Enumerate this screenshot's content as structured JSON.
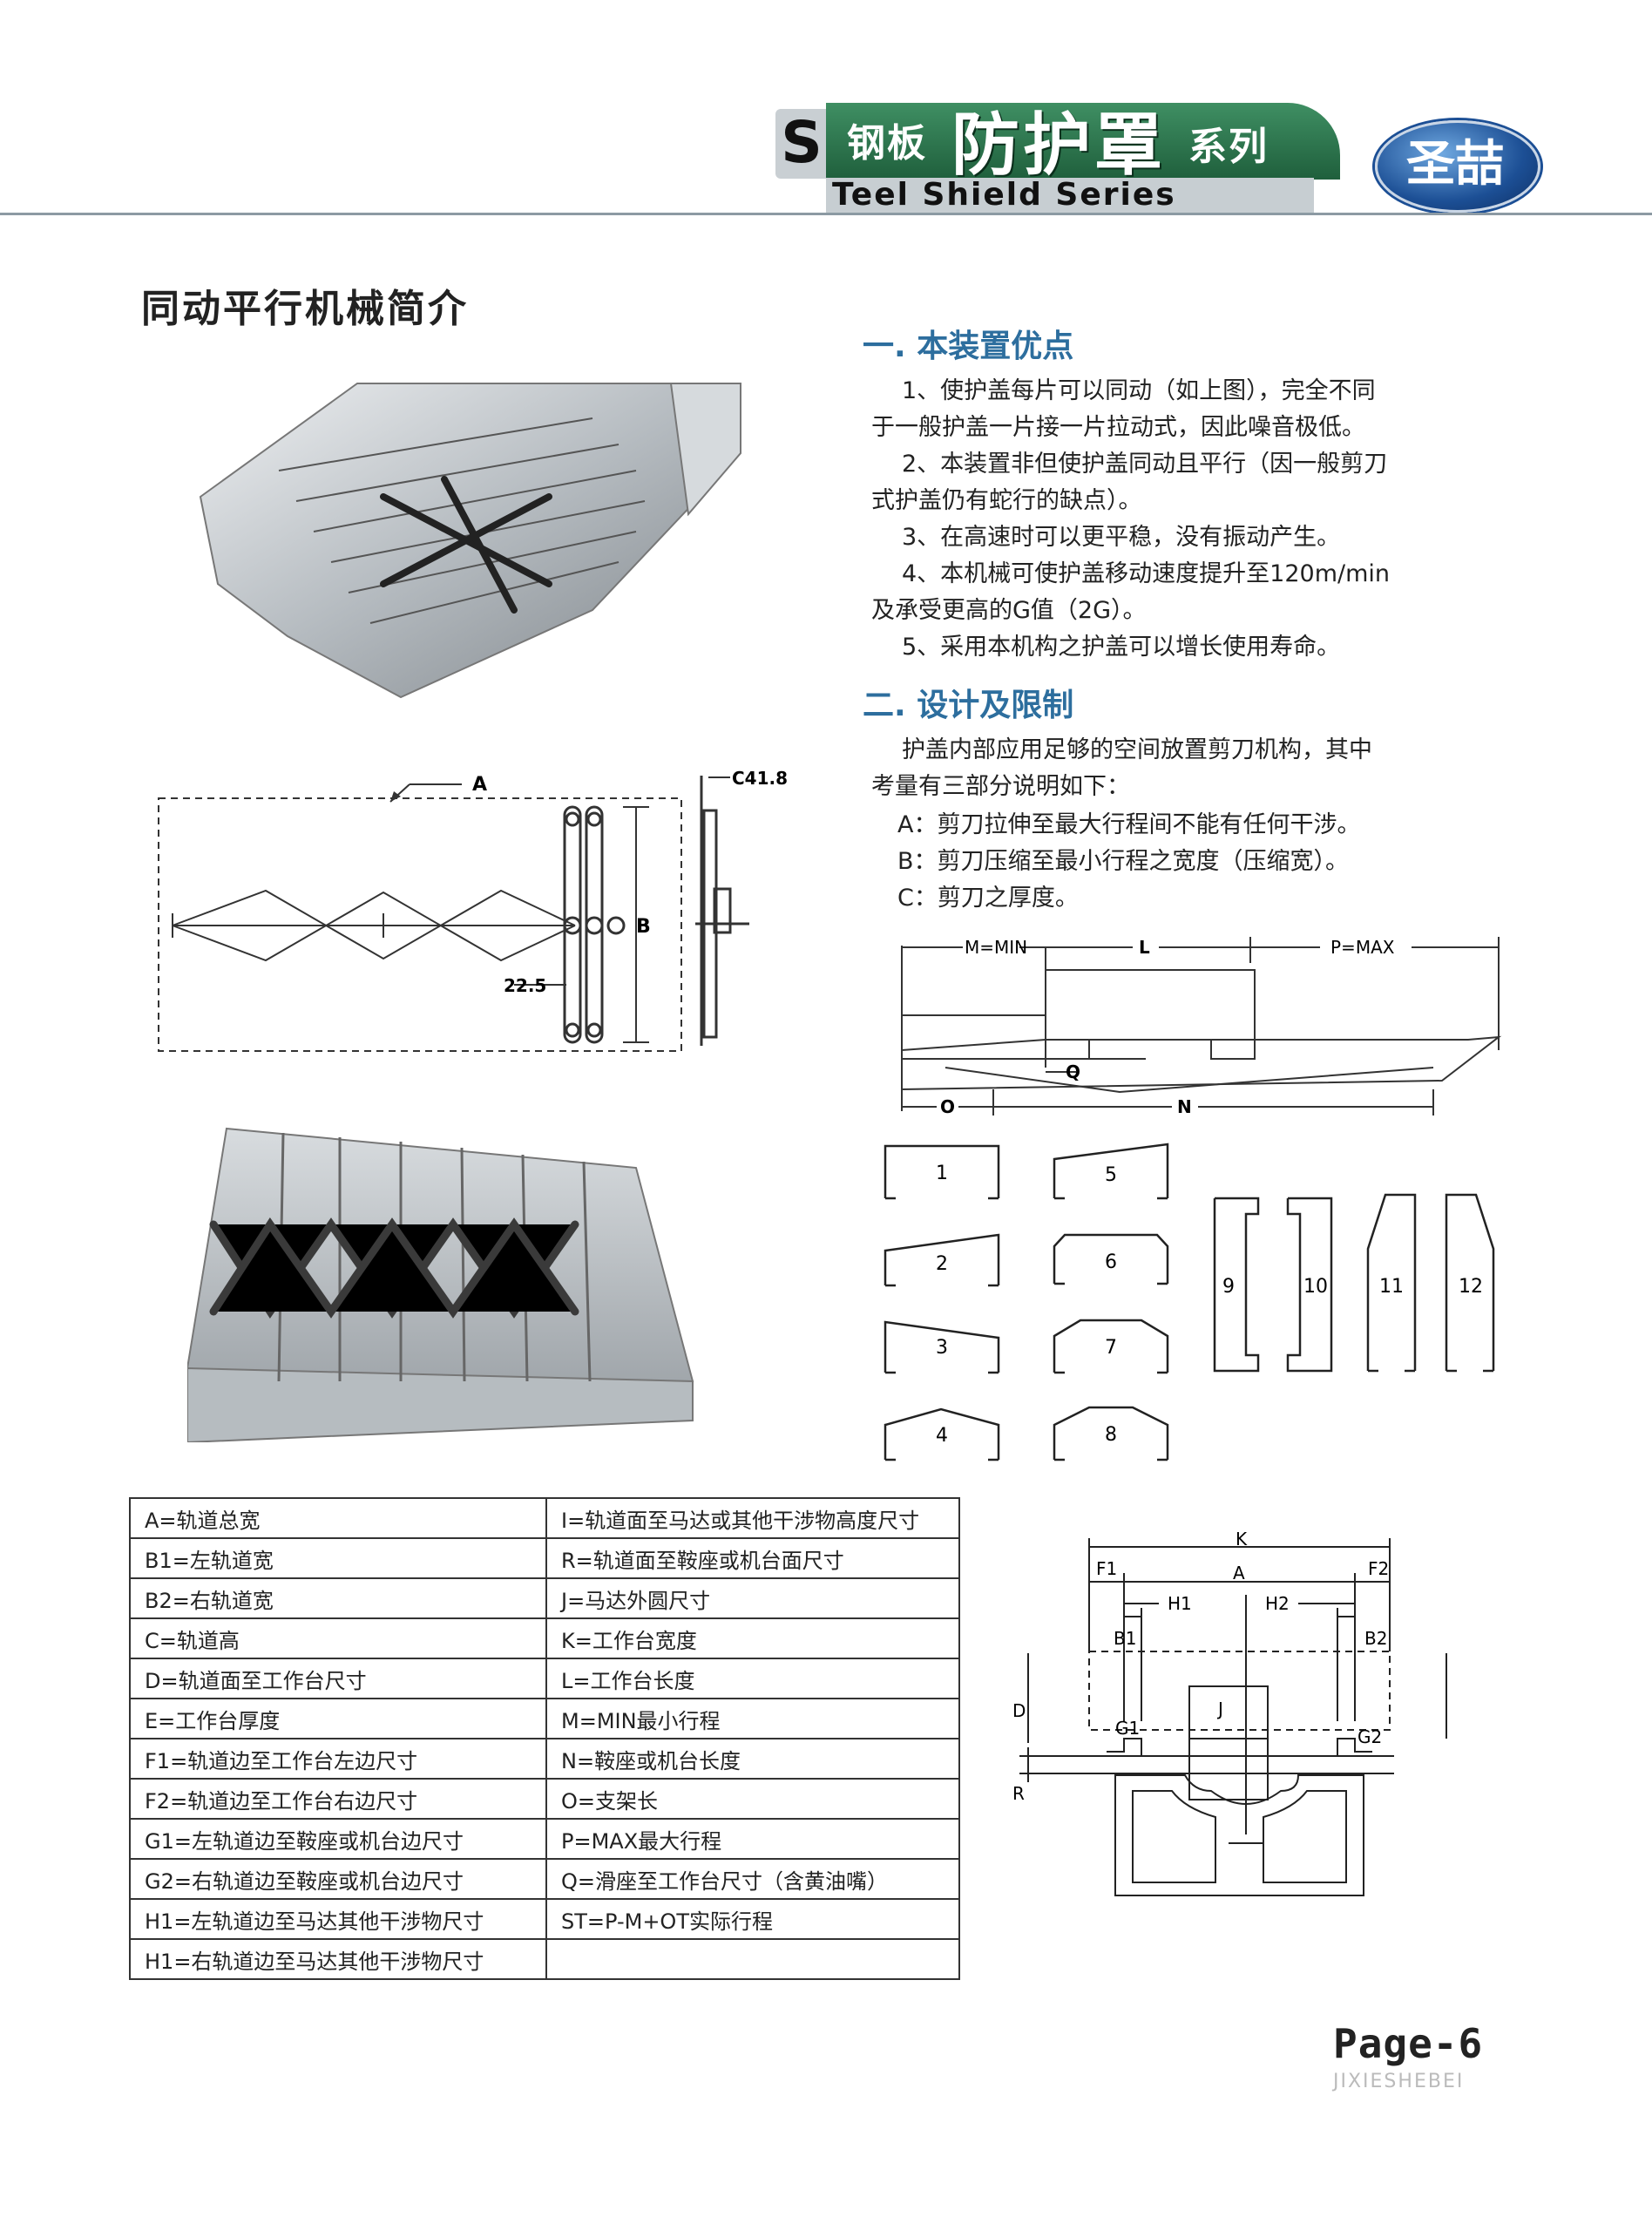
{
  "header": {
    "letter": "S",
    "title_left": "钢板",
    "title_main": "防护罩",
    "title_right": "系列",
    "subtitle": "Teel Shield Series",
    "logo_text": "圣喆"
  },
  "page_title": "同动平行机械简介",
  "section1": {
    "heading": "一. 本装置优点",
    "lines": [
      "1、使护盖每片可以同动（如上图），完全不同",
      "于一般护盖一片接一片拉动式，因此噪音极低。",
      "2、本装置非但使护盖同动且平行（因一般剪刀",
      "式护盖仍有蛇行的缺点）。",
      "3、在高速时可以更平稳，没有振动产生。",
      "4、本机械可使护盖移动速度提升至120m/min",
      "及承受更高的G值（2G）。",
      "5、采用本机构之护盖可以增长使用寿命。"
    ]
  },
  "section2": {
    "heading": "二. 设计及限制",
    "lines": [
      "护盖内部应用足够的空间放置剪刀机构，其中",
      "考量有三部分说明如下：",
      "A：剪刀拉伸至最大行程间不能有任何干涉。",
      "B：剪刀压缩至最小行程之宽度（压缩宽）。",
      "C：剪刀之厚度。"
    ]
  },
  "scissor_diagram": {
    "label_a": "A",
    "label_b": "B",
    "label_c": "C41.8",
    "label_dim": "22.5"
  },
  "stroke_diagram": {
    "label_min": "M=MIN",
    "label_l": "L",
    "label_max": "P=MAX",
    "label_q": "Q",
    "label_o": "O",
    "label_n": "N"
  },
  "profiles": [
    "1",
    "2",
    "3",
    "4",
    "5",
    "6",
    "7",
    "8",
    "9",
    "10",
    "11",
    "12"
  ],
  "table": {
    "rows": [
      [
        "A=轨道总宽",
        "I=轨道面至马达或其他干涉物高度尺寸"
      ],
      [
        "B1=左轨道宽",
        "R=轨道面至鞍座或机台面尺寸"
      ],
      [
        "B2=右轨道宽",
        "J=马达外圆尺寸"
      ],
      [
        "C=轨道高",
        "K=工作台宽度"
      ],
      [
        "D=轨道面至工作台尺寸",
        "L=工作台长度"
      ],
      [
        "E=工作台厚度",
        "M=MIN最小行程"
      ],
      [
        "F1=轨道边至工作台左边尺寸",
        "N=鞍座或机台长度"
      ],
      [
        "F2=轨道边至工作台右边尺寸",
        "O=支架长"
      ],
      [
        "G1=左轨道边至鞍座或机台边尺寸",
        "P=MAX最大行程"
      ],
      [
        "G2=右轨道边至鞍座或机台边尺寸",
        "Q=滑座至工作台尺寸（含黄油嘴）"
      ],
      [
        "H1=左轨道边至马达其他干涉物尺寸",
        "ST=P-M+OT实际行程"
      ],
      [
        "H1=右轨道边至马达其他干涉物尺寸",
        ""
      ]
    ]
  },
  "section_diagram": {
    "k": "K",
    "f1": "F1",
    "f2": "F2",
    "a": "A",
    "h1": "H1",
    "h2": "H2",
    "b1": "B1",
    "b2": "B2",
    "d": "D",
    "g1": "G1",
    "g2": "G2",
    "j": "J",
    "r": "R"
  },
  "footer": {
    "page": "Page-6",
    "watermark": "JIXIESHEBEI"
  }
}
